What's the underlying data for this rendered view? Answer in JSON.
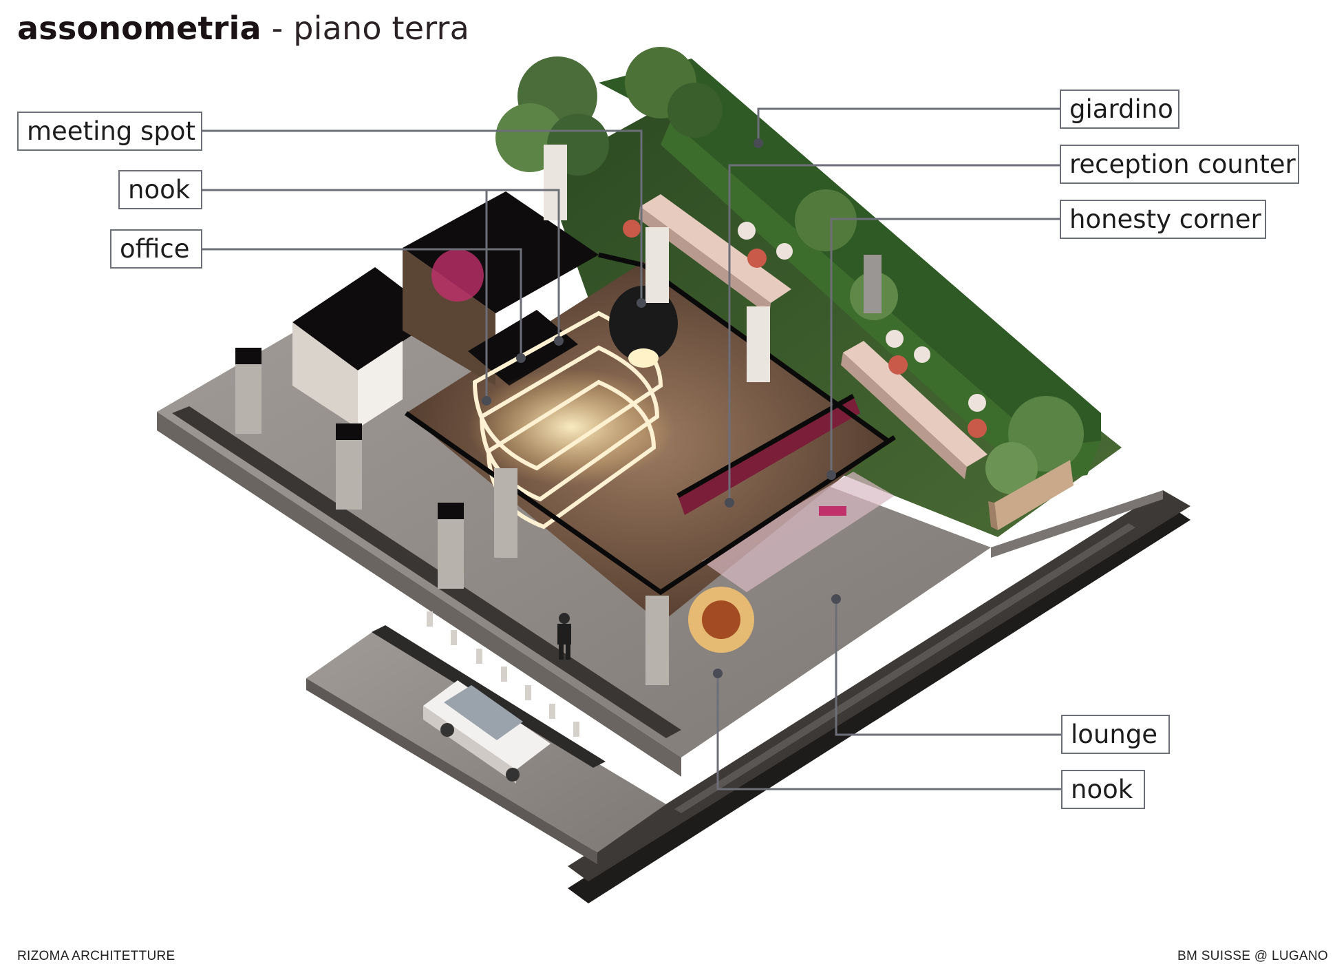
{
  "title": {
    "bold": "assonometria",
    "rest": " - piano terra"
  },
  "labels": {
    "meeting_spot": "meeting spot",
    "nook_left": "nook",
    "office": "office",
    "giardino": "giardino",
    "reception_counter": "reception counter",
    "honesty_corner": "honesty corner",
    "lounge": "lounge",
    "nook_right": "nook"
  },
  "footer": {
    "left": "RIZOMA ARCHITETTURE",
    "right": "BM SUISSE @ LUGANO"
  },
  "colors": {
    "leader_line": "#6c6e78",
    "hedge": "#2f5a25",
    "lawn": "#3a5a2c",
    "road": "#3b3836",
    "paving": "#8d8784",
    "roof": "#0e0c0d",
    "interior": "#6e5242",
    "accent_pink": "#c0306b"
  }
}
